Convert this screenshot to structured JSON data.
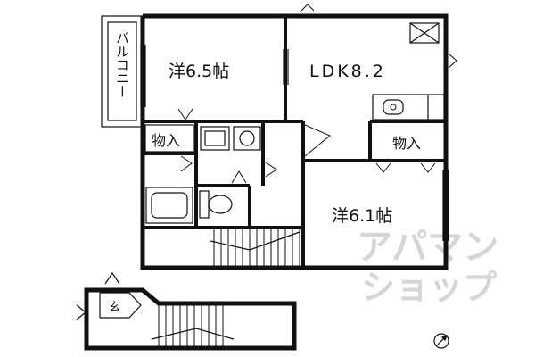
{
  "rooms": {
    "balcony": "バルコニー",
    "western_room_1": "洋6.5帖",
    "ldk": "LDK8.2",
    "storage_1": "物入",
    "storage_2": "物入",
    "western_room_2": "洋6.1帖",
    "entrance": "玄"
  },
  "watermark": {
    "line1": "アパマン",
    "line2": "ショップ"
  },
  "icons": [
    "refrigerator-space-icon",
    "sink-icon",
    "washbasin-icon",
    "washing-machine-space-icon",
    "bathtub-icon",
    "toilet-icon",
    "stairs-icon",
    "door-swing-icon",
    "north-arrow-icon"
  ],
  "colors": {
    "wall": "#111111",
    "watermark": "#d6d6d6",
    "background": "#ffffff"
  }
}
